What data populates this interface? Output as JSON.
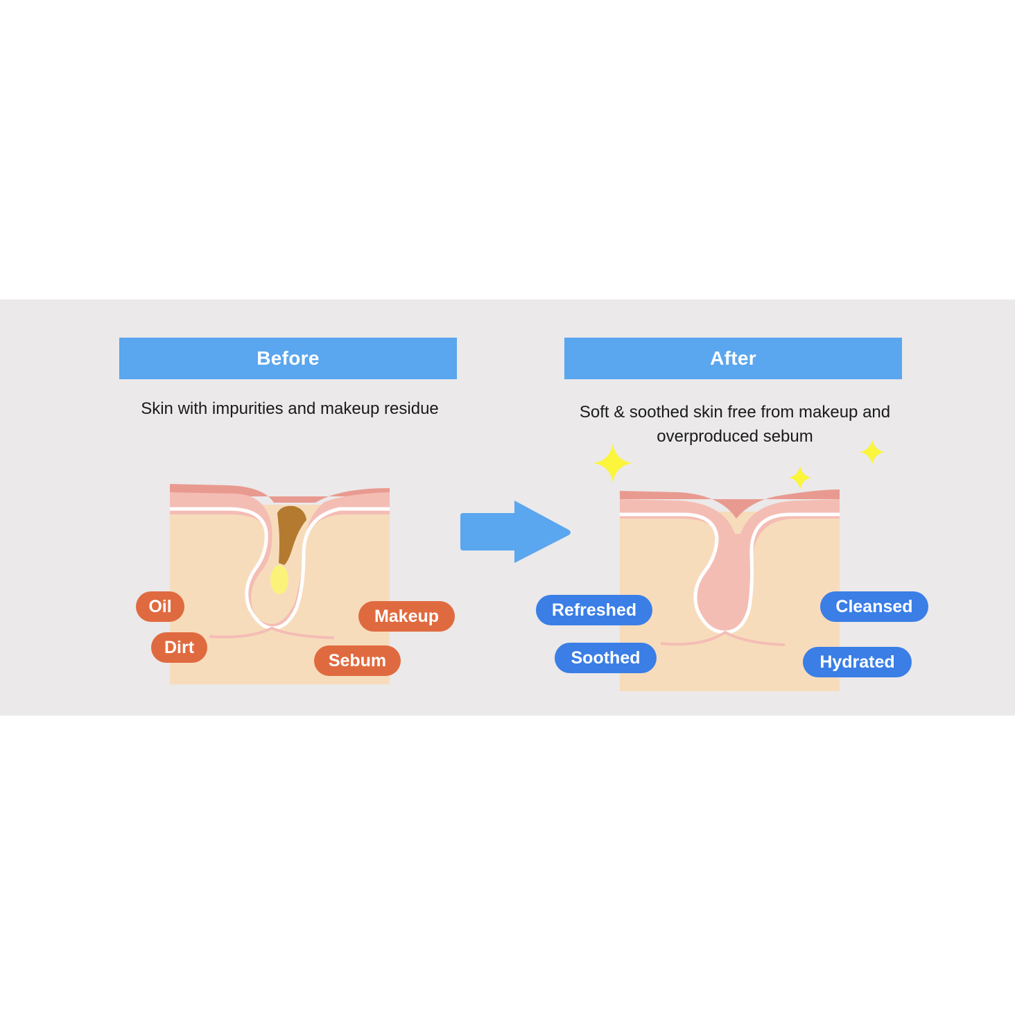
{
  "before": {
    "title": "Before",
    "description": "Skin with impurities and makeup residue",
    "labels": [
      "Oil",
      "Dirt",
      "Makeup",
      "Sebum"
    ]
  },
  "after": {
    "title": "After",
    "description_line1": "Soft & soothed skin free from makeup and",
    "description_line2": "overproduced sebum",
    "labels": [
      "Refreshed",
      "Soothed",
      "Cleansed",
      "Hydrated"
    ]
  },
  "colors": {
    "panel_bg": "#ebe9ea",
    "header_blue": "#5aa6ef",
    "arrow_blue": "#5aa6ef",
    "skin_tan": "#f7dcbc",
    "skin_pink": "#f4bdb4",
    "skin_dark_pink": "#e99a90",
    "sebum_brown": "#b37a30",
    "oil_yellow": "#fbf27a",
    "sparkle_yellow": "#fbf53c",
    "pill_orange": "#e06a3f",
    "pill_blue": "#3a7ee6"
  }
}
